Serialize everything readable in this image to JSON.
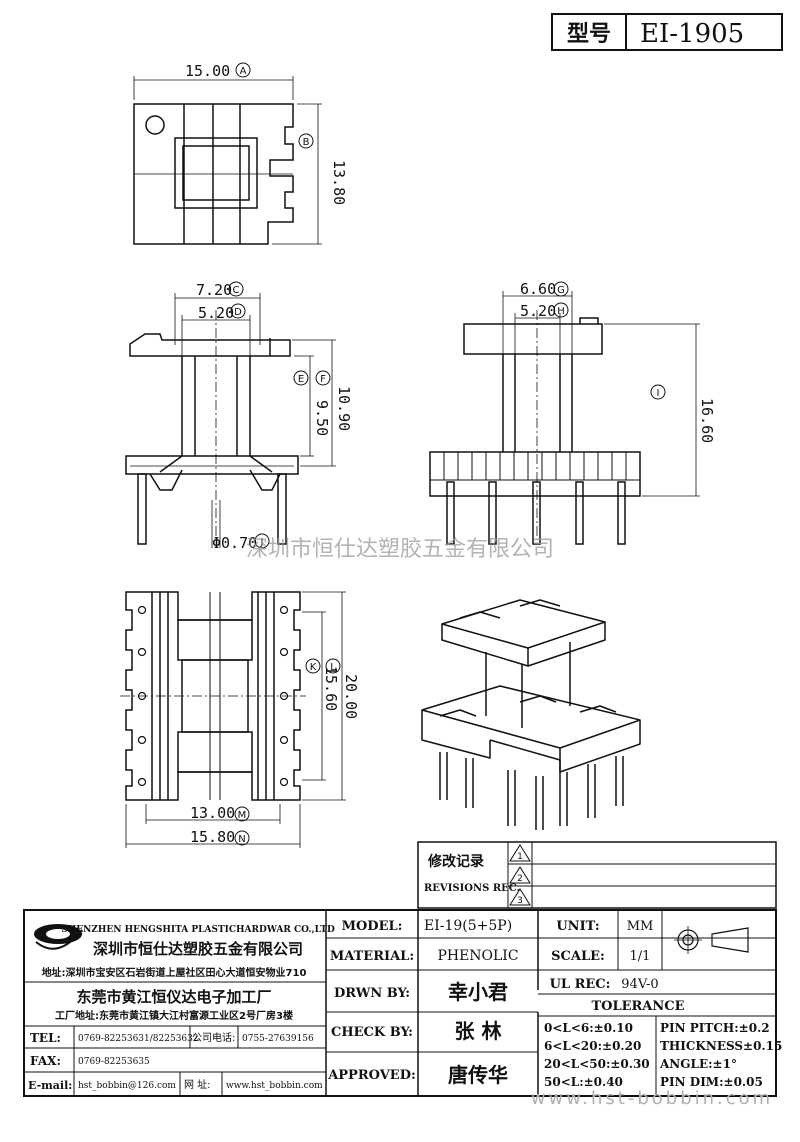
{
  "header": {
    "model_label": "型号",
    "model_value": "EI-1905"
  },
  "dims": {
    "a": "15.00",
    "b": "13.80",
    "c": "7.20",
    "d": "5.20",
    "e": "9.50",
    "f": "10.90",
    "g": "6.60",
    "h": "5.20",
    "i": "16.60",
    "j": "Φ0.70",
    "k": "15.60",
    "l": "20.00",
    "m": "13.00",
    "n": "15.80"
  },
  "markers": {
    "a": "A",
    "b": "B",
    "c": "C",
    "d": "D",
    "e": "E",
    "f": "F",
    "g": "G",
    "h": "H",
    "i": "I",
    "j": "J",
    "k": "K",
    "l": "L",
    "m": "M",
    "n": "N"
  },
  "watermark": "深圳市恒仕达塑胶五金有限公司",
  "revisions": {
    "label_cn": "修改记录",
    "label_en": "REVISIONS REC.",
    "rows": [
      "1",
      "2",
      "3"
    ]
  },
  "company": {
    "name_en": "SHENZHEN HENGSHITA PLASTICHARDWAR CO.,LTD",
    "name_cn": "深圳市恒仕达塑胶五金有限公司",
    "address": "地址:深圳市宝安区石岩街道上屋社区田心大道恒安物业710",
    "factory_name": "东莞市黄江恒仪达电子加工厂",
    "factory_address": "工厂地址:东莞市黄江镇大江村富源工业区2号厂房3楼",
    "tel_label": "TEL:",
    "tel": "0769-82253631/82253632",
    "company_tel_label": "公司电话:",
    "company_tel": "0755-27639156",
    "fax_label": "FAX:",
    "fax": "0769-82253635",
    "email_label": "E-mail:",
    "email": "hst_bobbin@126.com",
    "web_label": "网 址:",
    "web": "www.hst_bobbin.com"
  },
  "titleblock": {
    "model_label": "MODEL:",
    "model": "EI-19(5+5P)",
    "material_label": "MATERIAL:",
    "material": "PHENOLIC",
    "drawn_label": "DRWN BY:",
    "drawn": "幸小君",
    "check_label": "CHECK BY:",
    "check": "张  林",
    "approved_label": "APPROVED:",
    "approved": "唐传华",
    "unit_label": "UNIT:",
    "unit": "MM",
    "scale_label": "SCALE:",
    "scale": "1/1",
    "ul_label": "UL REC:",
    "ul": "94V-0",
    "tolerance_label": "TOLERANCE",
    "tol_left": [
      "0<L<6:±0.10",
      "6<L<20:±0.20",
      "20<L<50:±0.30",
      "50<L:±0.40"
    ],
    "tol_right": [
      "PIN PITCH:±0.2",
      "THICKNESS±0.15",
      "ANGLE:±1°",
      "PIN DIM:±0.05"
    ]
  },
  "footer_url": "www.hst-bobbin.com"
}
